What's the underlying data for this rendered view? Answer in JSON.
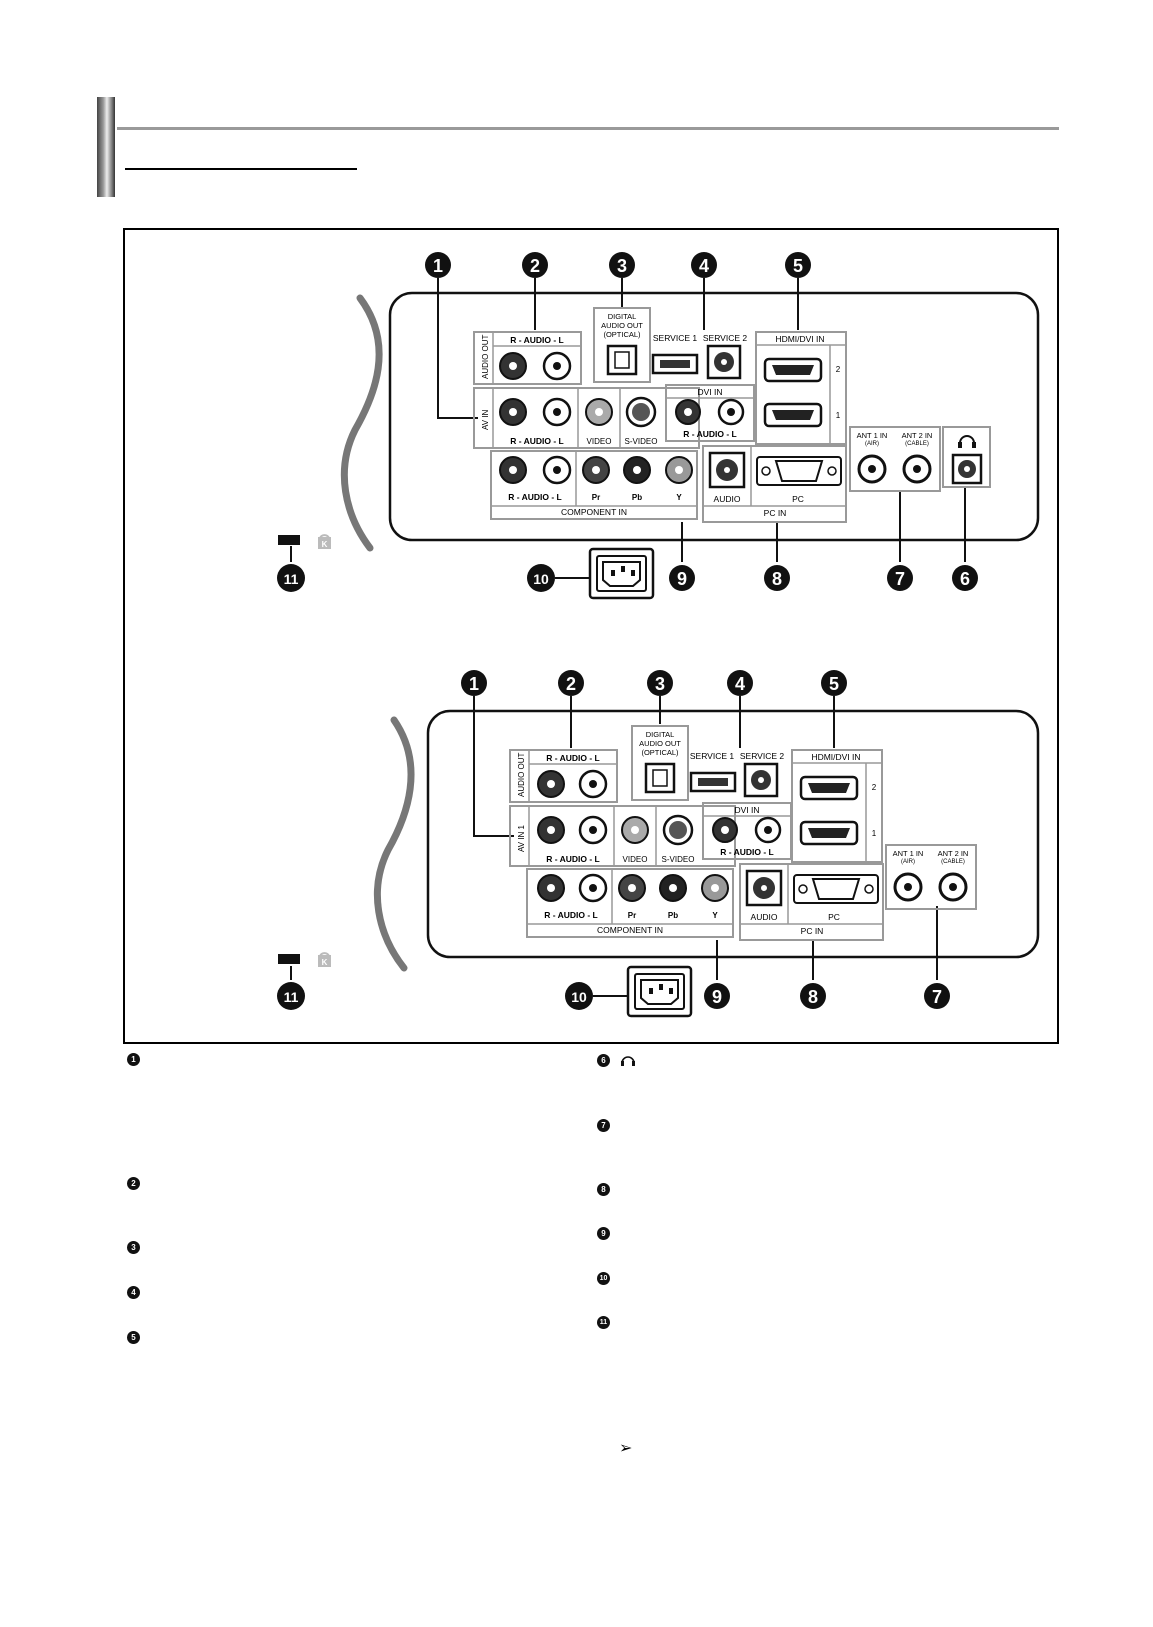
{
  "numbers": [
    "1",
    "2",
    "3",
    "4",
    "5",
    "6",
    "7",
    "8",
    "9",
    "10",
    "11"
  ],
  "ports": {
    "audio_out": "AUDIO OUT",
    "audio_rl": "R - AUDIO - L",
    "av_in": "AV IN",
    "av_in_1": "AV IN 1",
    "video": "VIDEO",
    "s_video": "S-VIDEO",
    "digital_audio_out": [
      "DIGITAL",
      "AUDIO OUT",
      "(OPTICAL)"
    ],
    "service1": "SERVICE 1",
    "service2": "SERVICE 2",
    "dvi_in": "DVI IN",
    "hdmi_dvi_in": "HDMI/DVI IN",
    "hdmi_2": "2",
    "hdmi_1": "1",
    "component_in": "COMPONENT IN",
    "pr": "Pr",
    "pb": "Pb",
    "y": "Y",
    "audio": "AUDIO",
    "pc": "PC",
    "pc_in": "PC IN",
    "ant1": "ANT 1 IN",
    "ant1_sub": "(AIR)",
    "ant2": "ANT 2 IN",
    "ant2_sub": "(CABLE)",
    "kensington": "K"
  },
  "legend": {
    "left": [
      "1",
      "2",
      "3",
      "4",
      "5"
    ],
    "right": [
      "6",
      "7",
      "8",
      "9",
      "10",
      "11"
    ],
    "arrow": "➢"
  },
  "icons": {
    "headphone": "headphone-icon",
    "lock": "lock-icon",
    "arrow": "arrow-icon"
  }
}
